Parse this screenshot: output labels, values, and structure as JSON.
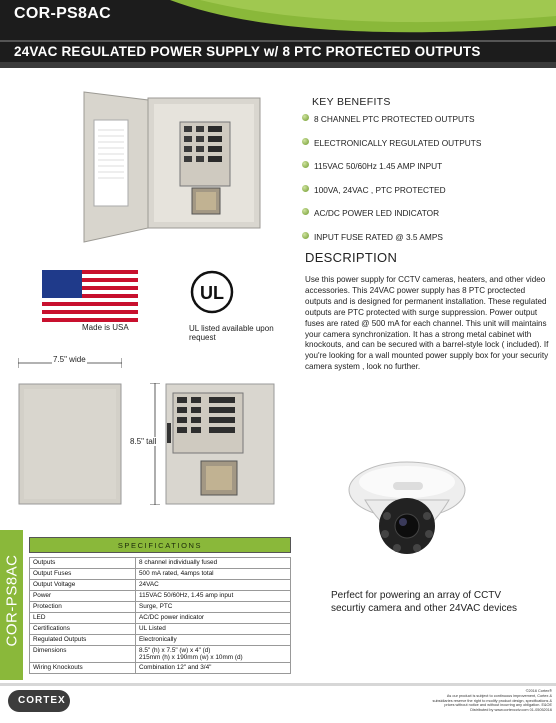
{
  "header": {
    "model": "COR-PS8AC",
    "subtitle": "24VAC REGULATED POWER SUPPLY w/ 8 PTC PROTECTED OUTPUTS"
  },
  "badges": {
    "flag_caption": "Made is USA",
    "ul_caption": "UL listed available upon request",
    "ul_mark": "UL"
  },
  "dimensions": {
    "wide_label": "7.5\" wide",
    "tall_label": "8.5\" tall"
  },
  "key_benefits": {
    "title": "KEY BENEFITS",
    "items": [
      "8 CHANNEL PTC PROTECTED OUTPUTS",
      "ELECTRONICALLY REGULATED OUTPUTS",
      "115VAC 50/60Hz 1.45 AMP INPUT",
      "100VA, 24VAC , PTC PROTECTED",
      "AC/DC POWER LED INDICATOR",
      "INPUT FUSE RATED @ 3.5 AMPS"
    ]
  },
  "description": {
    "title": "DESCRIPTION",
    "text": "Use this power supply for CCTV cameras, heaters, and other video accessories. This 24VAC power supply has 8 PTC proctected outputs and is designed for permanent installation. These regulated outputs are PTC protected  with surge suppression. Power output fuses are rated @ 500 mA for each channel. This unit will maintains your camera synchronization. It has a strong metal cabinet with knockouts, and can be secured with a barrel-style lock ( included).  If you're looking for a wall mounted power supply box for your security camera system , look no further."
  },
  "camera_caption": "Perfect for powering an array of CCTV securtiy camera and other 24VAC devices",
  "side_label": "COR-PS8AC",
  "specifications": {
    "title": "SPECIFICATIONS",
    "rows": [
      {
        "key": "Outputs",
        "value": "8 channel individually fused"
      },
      {
        "key": "Output Fuses",
        "value": "500 mA rated, 4amps total"
      },
      {
        "key": "Output Voltage",
        "value": "24VAC"
      },
      {
        "key": "Power",
        "value": "115VAC 50/60Hz, 1.45 amp input"
      },
      {
        "key": "Protection",
        "value": "Surge, PTC"
      },
      {
        "key": "LED",
        "value": "AC/DC power indicator"
      },
      {
        "key": "Certifications",
        "value": "UL Listed"
      },
      {
        "key": "Regulated Outputs",
        "value": "Electronically"
      },
      {
        "key": "Dimensions",
        "value": "8.5\" (h) x 7.5\" (w) x 4\" (d)",
        "value2": "215mm (h) x 190mm (w) x 10mm (d)"
      },
      {
        "key": "Wiring Knockouts",
        "value": "Combination 12\" and  3/4\""
      }
    ]
  },
  "footer": {
    "logo": "CORTEX",
    "legal_lines": [
      "©2016 Cortex®",
      "As our product is subject to continuous improvement, Cortex &",
      "subsidiaries reserve the right to modify product design, specifications &",
      "prices without notice and without incurring any obligation. E&OE",
      "Distributed by www.cortexcctv.com    01-05052016"
    ]
  },
  "colors": {
    "accent_green": "#8ab83a",
    "header_dark": "#1c1c1c"
  }
}
